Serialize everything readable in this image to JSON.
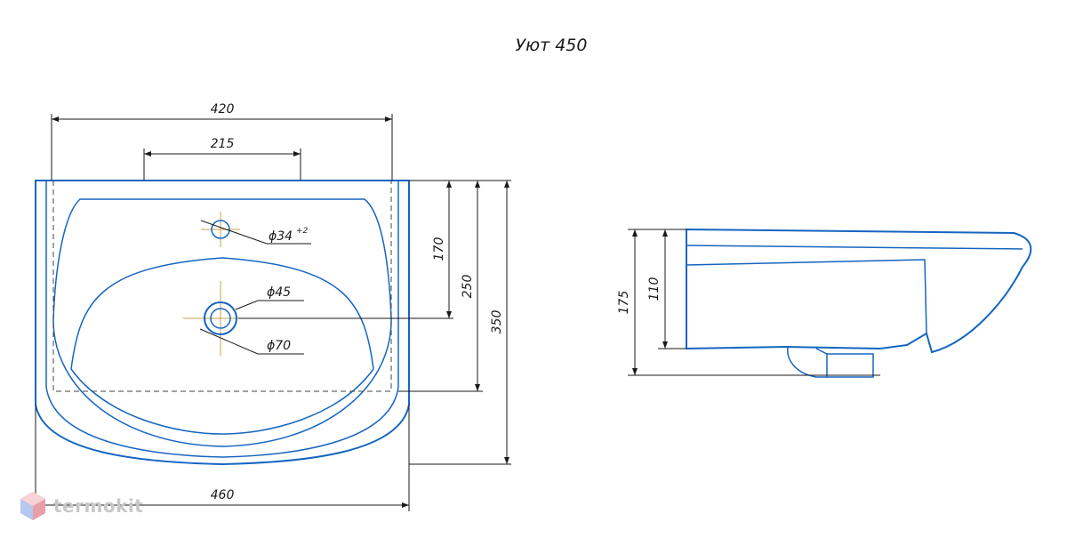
{
  "title": "Уют 450",
  "dimensions": {
    "width_top": "420",
    "faucet_mount": "215",
    "tap_hole": "ϕ34",
    "tap_hole_tol": "+2",
    "drain_inner": "ϕ45",
    "drain_outer": "ϕ70",
    "d170": "170",
    "d250": "250",
    "d350": "350",
    "width_bottom": "460",
    "height_total": "175",
    "height_bowl": "110"
  },
  "brand": {
    "name": "termokit",
    "logo_color": "#e8a0a8"
  },
  "colors": {
    "outline": "#1565c0",
    "dimension": "#1a1a1a"
  }
}
